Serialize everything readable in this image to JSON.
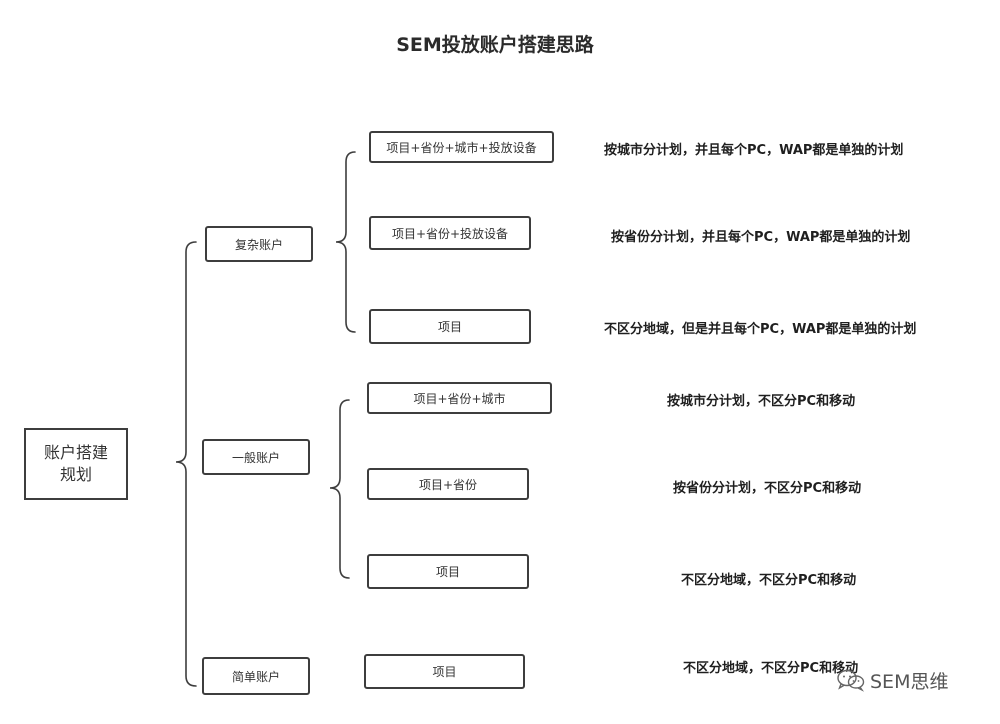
{
  "title": "SEM投放账户搭建思路",
  "root": {
    "line1": "账户搭建",
    "line2": "规划"
  },
  "categories": [
    {
      "label": "复杂账户",
      "items": [
        {
          "label": "项目+省份+城市+投放设备",
          "desc": "按城市分计划，并且每个PC，WAP都是单独的计划"
        },
        {
          "label": "项目+省份+投放设备",
          "desc": "按省份分计划，并且每个PC，WAP都是单独的计划"
        },
        {
          "label": "项目",
          "desc": "不区分地域，但是并且每个PC，WAP都是单独的计划"
        }
      ]
    },
    {
      "label": "一般账户",
      "items": [
        {
          "label": "项目+省份+城市",
          "desc": "按城市分计划，不区分PC和移动"
        },
        {
          "label": "项目+省份",
          "desc": "按省份分计划，不区分PC和移动"
        },
        {
          "label": "项目",
          "desc": "不区分地域，不区分PC和移动"
        }
      ]
    },
    {
      "label": "简单账户",
      "items": [
        {
          "label": "项目",
          "desc": "不区分地域，不区分PC和移动"
        }
      ]
    }
  ],
  "watermark": {
    "text": "SEM思维",
    "icon": "wechat-icon"
  },
  "colors": {
    "stroke": "#3d3d3d",
    "text": "#222222"
  }
}
